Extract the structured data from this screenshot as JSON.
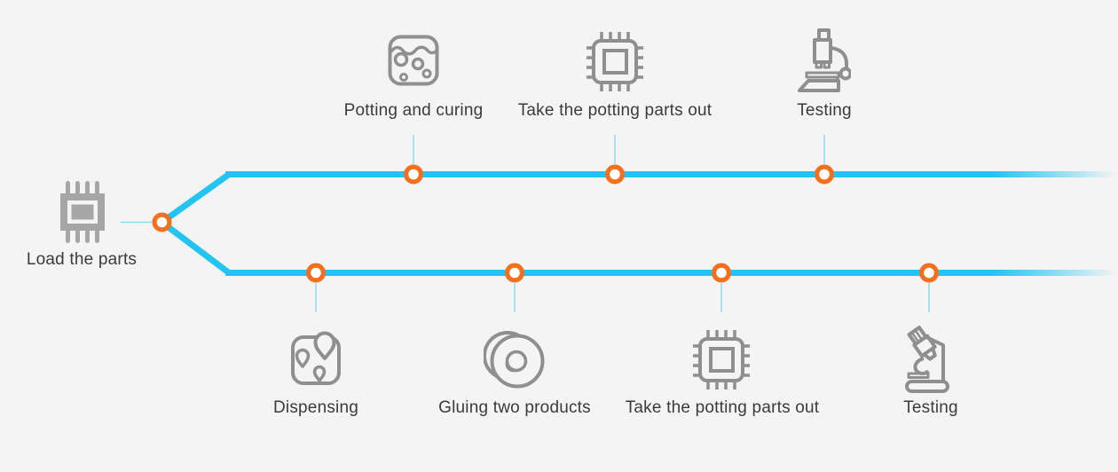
{
  "colors": {
    "background": "#f4f4f4",
    "line": "#23c3f2",
    "line_thin": "#8adcf5",
    "node_ring": "#f4701f",
    "node_fill": "#ffffff",
    "icon": "#8f8f8f",
    "icon_fill": "#a6a6a6",
    "text": "#3b3b3b"
  },
  "flow": {
    "start": {
      "label": "Load the parts",
      "icon": "chip-filled-icon"
    },
    "top_branch": [
      {
        "label": "Potting and curing",
        "icon": "potting-container-icon"
      },
      {
        "label": "Take the potting parts out",
        "icon": "chip-outline-icon"
      },
      {
        "label": "Testing",
        "icon": "microscope-icon"
      }
    ],
    "bottom_branch": [
      {
        "label": "Dispensing",
        "icon": "map-pins-icon"
      },
      {
        "label": "Gluing two products",
        "icon": "glue-discs-icon"
      },
      {
        "label": "Take the potting parts out",
        "icon": "chip-outline-icon"
      },
      {
        "label": "Testing",
        "icon": "microscope-tilted-icon"
      }
    ]
  }
}
